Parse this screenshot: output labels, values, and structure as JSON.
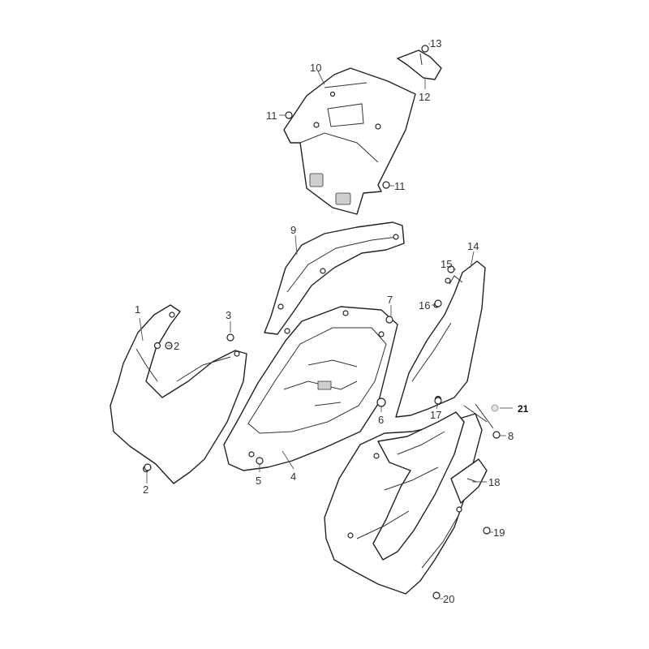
{
  "callouts": {
    "c1": "1",
    "c2a": "2",
    "c2b": "2",
    "c3": "3",
    "c4": "4",
    "c5": "5",
    "c6": "6",
    "c7": "7",
    "c8": "8",
    "c9": "9",
    "c10": "10",
    "c11a": "11",
    "c11b": "11",
    "c12": "12",
    "c13": "13",
    "c14": "14",
    "c15": "15",
    "c16": "16",
    "c17": "17",
    "c18": "18",
    "c19": "19",
    "c20": "20",
    "c21": "21"
  }
}
